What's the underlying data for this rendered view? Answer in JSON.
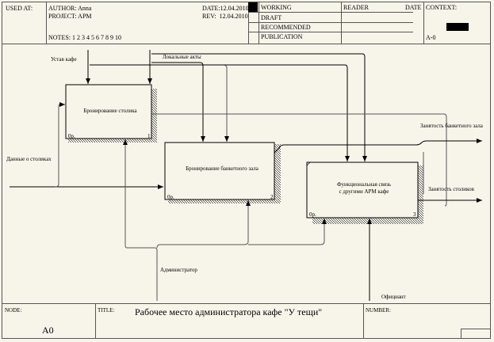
{
  "header": {
    "used_at_label": "USED AT:",
    "author_label": "AUTHOR:",
    "author_value": "Anna",
    "project_label": "PROJECT:",
    "project_value": "APM",
    "notes_label": "NOTES:",
    "notes_values": "1 2 3 4 5 6 7 8 9 10",
    "date_label": "DATE:",
    "date_value": "12.04.2010",
    "rev_label": "REV:",
    "rev_value": "12.04.2010",
    "status": [
      "WORKING",
      "DRAFT",
      "RECOMMENDED",
      "PUBLICATION"
    ],
    "reader_label": "READER",
    "reader_date_label": "DATE",
    "context_label": "CONTEXT:",
    "context_node": "A-0"
  },
  "diagram": {
    "boxes": [
      {
        "name": "Бронирование столика",
        "number": "1",
        "cost": "0р."
      },
      {
        "name": "Бронирование банкетного зала",
        "number": "2",
        "cost": "0р."
      },
      {
        "name_line1": "Функциональная связь",
        "name_line2": "с другими АРМ кафе",
        "number": "3",
        "cost": "0р."
      }
    ],
    "arrows": {
      "control_1": "Устав кафе",
      "control_2": "Локальные акты",
      "input_1": "Данные о столиках",
      "output_1": "Занятость банкетного зала",
      "output_2": "Занятость столиков",
      "mechanism_1": "Администратор",
      "mechanism_2": "Официант"
    }
  },
  "footer": {
    "node_label": "NODE:",
    "node_value": "A0",
    "title_label": "TITLE:",
    "title_value": "Рабочее место  администратора кафе \"У тещи\"",
    "number_label": "NUMBER:"
  },
  "colors": {
    "background": "#f7f5ea",
    "line": "#000000",
    "frame": "#555555"
  }
}
